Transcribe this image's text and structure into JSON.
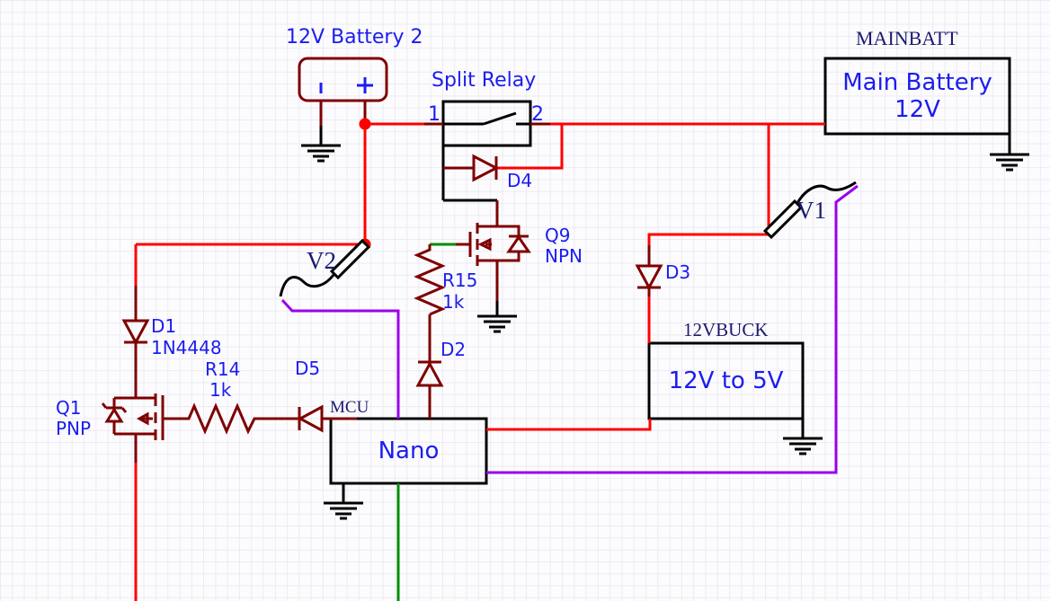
{
  "colors": {
    "wire_red": "#ff0000",
    "wire_dark_red": "#7f0000",
    "wire_purple": "#9900ee",
    "wire_green": "#008c00",
    "label_blue": "#1c1cf0",
    "net_navy": "#1a1a70",
    "symbol_black": "#000000",
    "grid": "#ebebf2",
    "background": "#fcfcfe"
  },
  "components": {
    "battery2": {
      "label": "12V Battery 2"
    },
    "split_relay": {
      "label": "Split Relay",
      "pin1": "1",
      "pin2": "2"
    },
    "main_battery": {
      "net": "MAINBATT",
      "line1": "Main Battery",
      "line2": "12V"
    },
    "buck_converter": {
      "net": "12VBUCK",
      "text": "12V to 5V"
    },
    "nano": {
      "net": "MCU",
      "text": "Nano"
    },
    "d1": {
      "ref": "D1",
      "value": "1N4448"
    },
    "d2": {
      "ref": "D2"
    },
    "d3": {
      "ref": "D3"
    },
    "d4": {
      "ref": "D4"
    },
    "d5": {
      "ref": "D5"
    },
    "q1": {
      "ref": "Q1",
      "value": "PNP"
    },
    "q9": {
      "ref": "Q9",
      "value": "NPN"
    },
    "r14": {
      "ref": "R14",
      "value": "1k"
    },
    "r15": {
      "ref": "R15",
      "value": "1k"
    },
    "probe_v1": {
      "label": "V1"
    },
    "probe_v2": {
      "label": "V2"
    }
  }
}
